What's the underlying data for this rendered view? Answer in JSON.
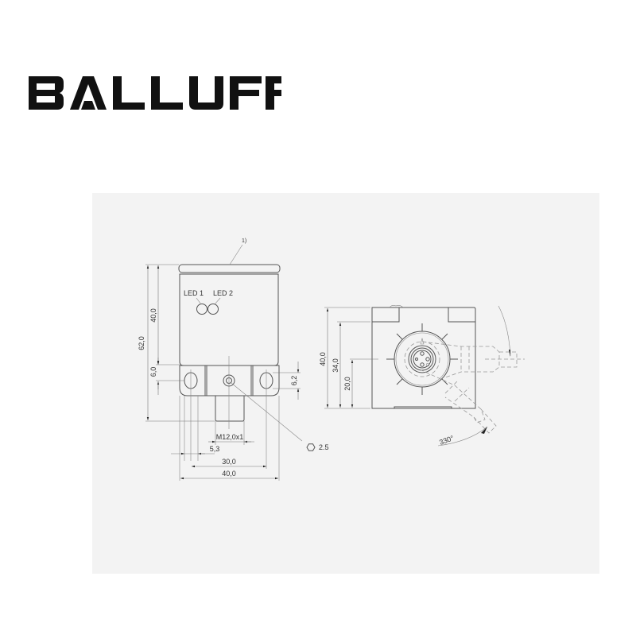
{
  "brand": {
    "name": "BALLUFF",
    "color": "#111111"
  },
  "panel": {
    "background": "#f3f3f3"
  },
  "front_view": {
    "callout": "1)",
    "led1_label": "LED 1",
    "led2_label": "LED 2",
    "dims": {
      "height_total": "62,0",
      "height_body": "40,0",
      "flange": "6,0",
      "hole": "6,2",
      "thread": "M12,0x1",
      "offset": "5,3",
      "hole_spacing": "30,0",
      "width": "40,0",
      "hex_size": "2.5"
    }
  },
  "side_view": {
    "dims": {
      "height": "40,0",
      "connector_top": "34,0",
      "connector_center": "20,0"
    },
    "rotation_label": "330°"
  }
}
